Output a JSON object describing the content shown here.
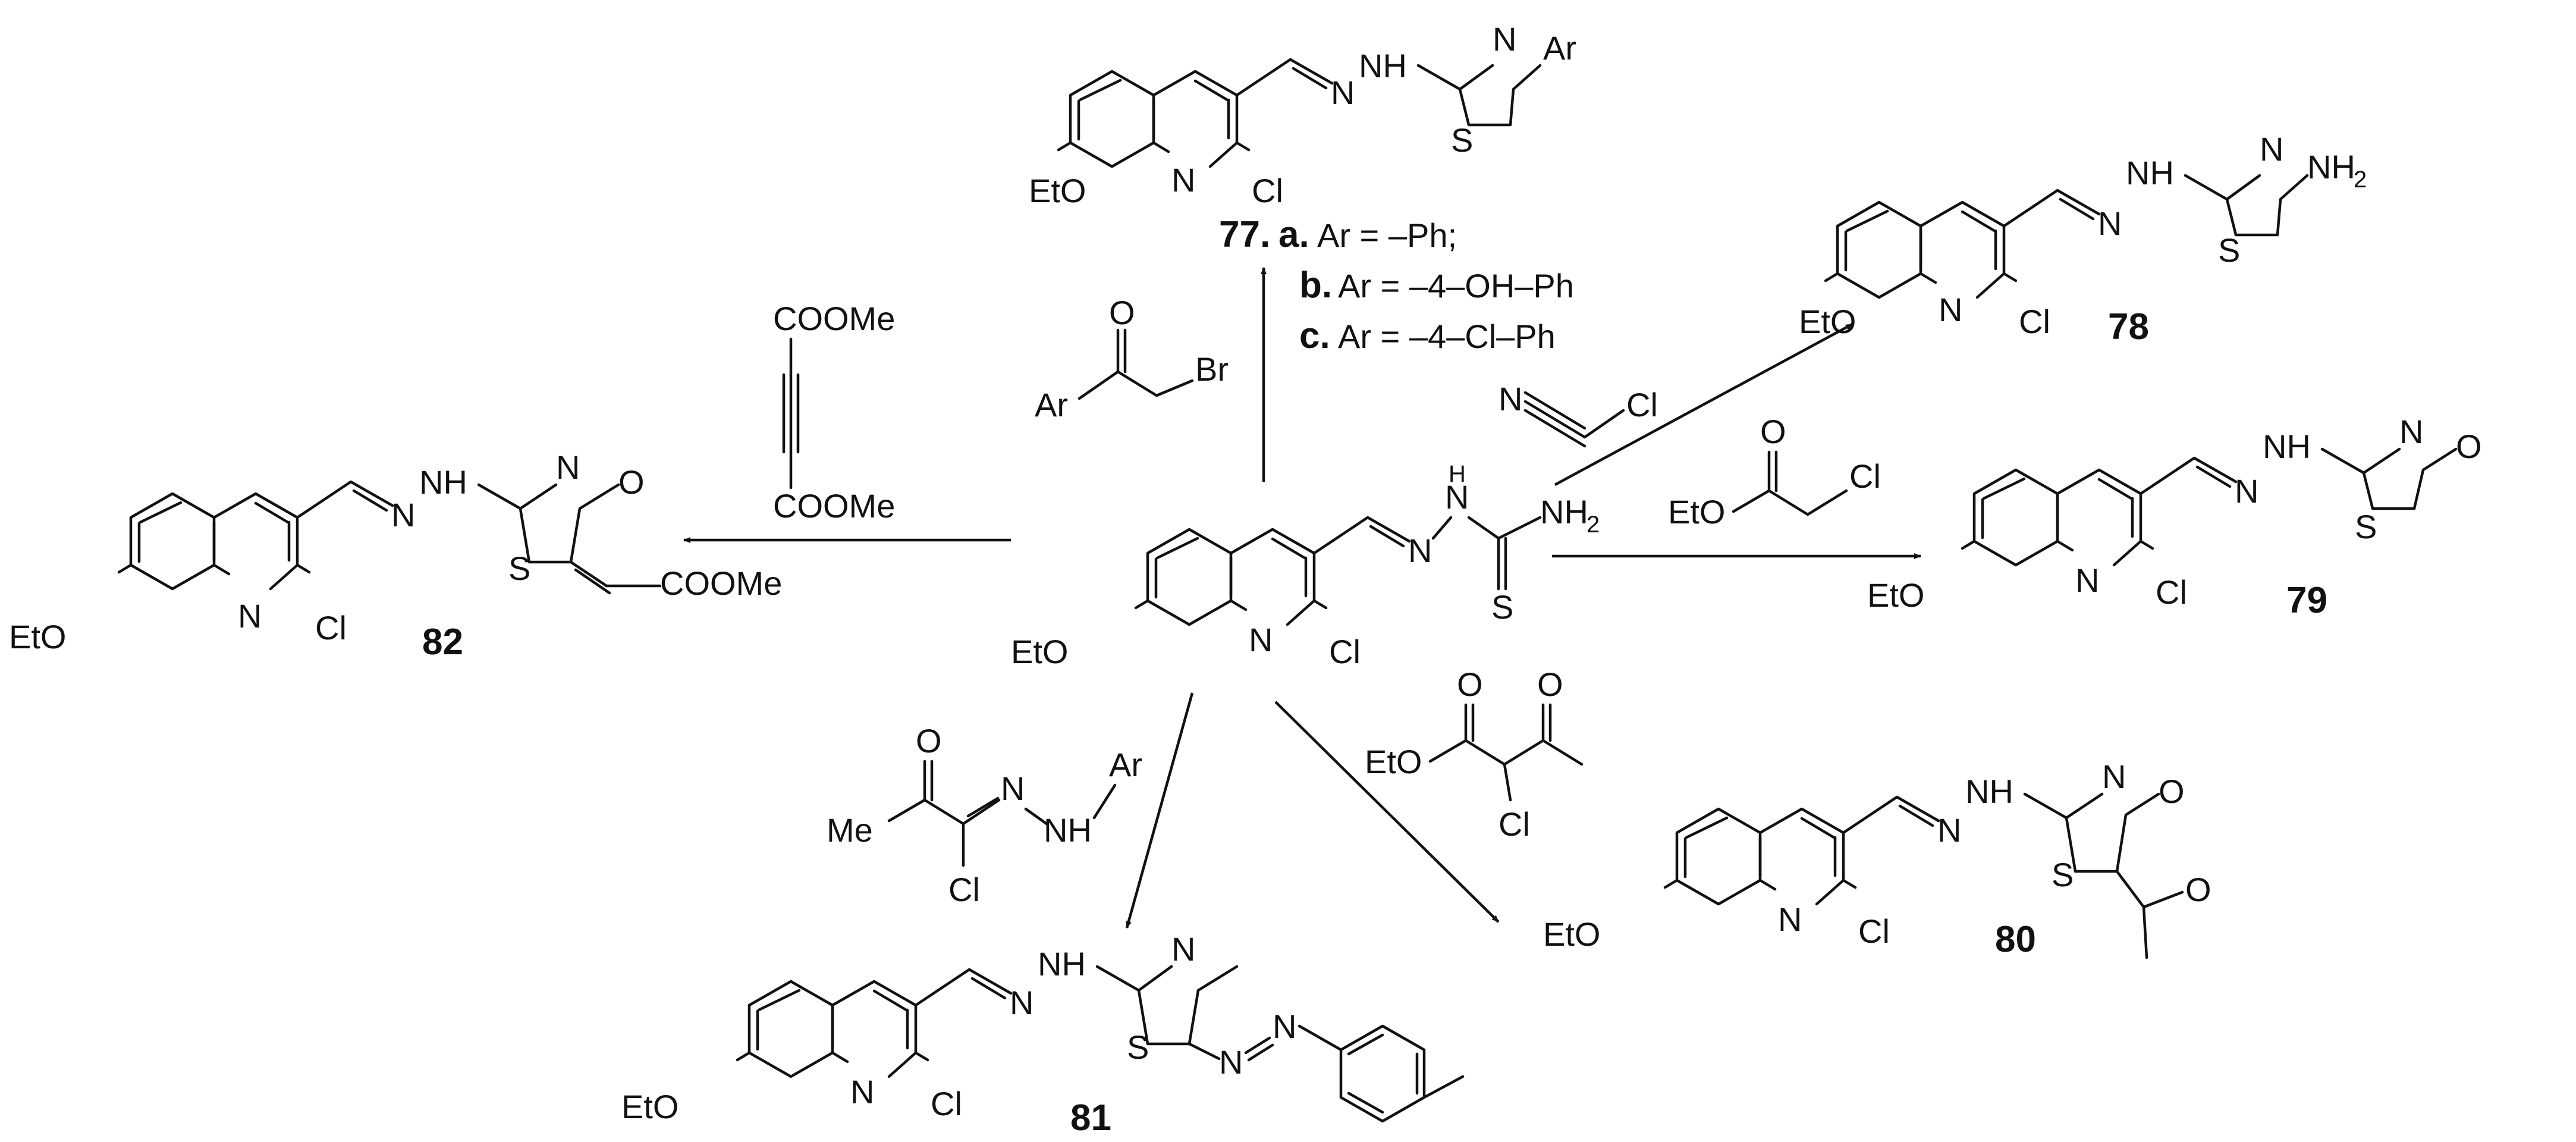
{
  "core": {
    "eto": "EtO",
    "n": "N",
    "cl": "Cl",
    "nh": "NH",
    "s": "S",
    "o": "O"
  },
  "start": {
    "nh2": "NH",
    "nh2_sub": "2",
    "s": "S"
  },
  "p77": {
    "number": "77.",
    "ar": "Ar",
    "opt_a_letter": "a.",
    "opt_a_text": "Ar = –Ph;",
    "opt_b_letter": "b.",
    "opt_b_text": "Ar = –4–OH–Ph",
    "opt_c_letter": "c.",
    "opt_c_text": "Ar = –4–Cl–Ph"
  },
  "p78": {
    "number": "78",
    "nh2": "NH",
    "nh2_sub": "2"
  },
  "p79": {
    "number": "79"
  },
  "p80": {
    "number": "80"
  },
  "p81": {
    "number": "81"
  },
  "p82": {
    "number": "82",
    "coome": "COOMe"
  },
  "reagents": {
    "phenacyl": {
      "ar": "Ar",
      "o": "O",
      "br": "Br"
    },
    "chloroacetonitrile": {
      "n": "N",
      "cl": "Cl"
    },
    "chloroacetate": {
      "eto": "EtO",
      "o": "O",
      "cl": "Cl"
    },
    "chloroacetoacetate": {
      "eto": "EtO",
      "o1": "O",
      "o2": "O",
      "cl": "Cl"
    },
    "hydrazonoyl": {
      "me": "Me",
      "o": "O",
      "n": "N",
      "nh": "NH",
      "ar": "Ar",
      "cl": "Cl"
    },
    "dmad": {
      "top": "COOMe",
      "bottom": "COOMe"
    }
  }
}
